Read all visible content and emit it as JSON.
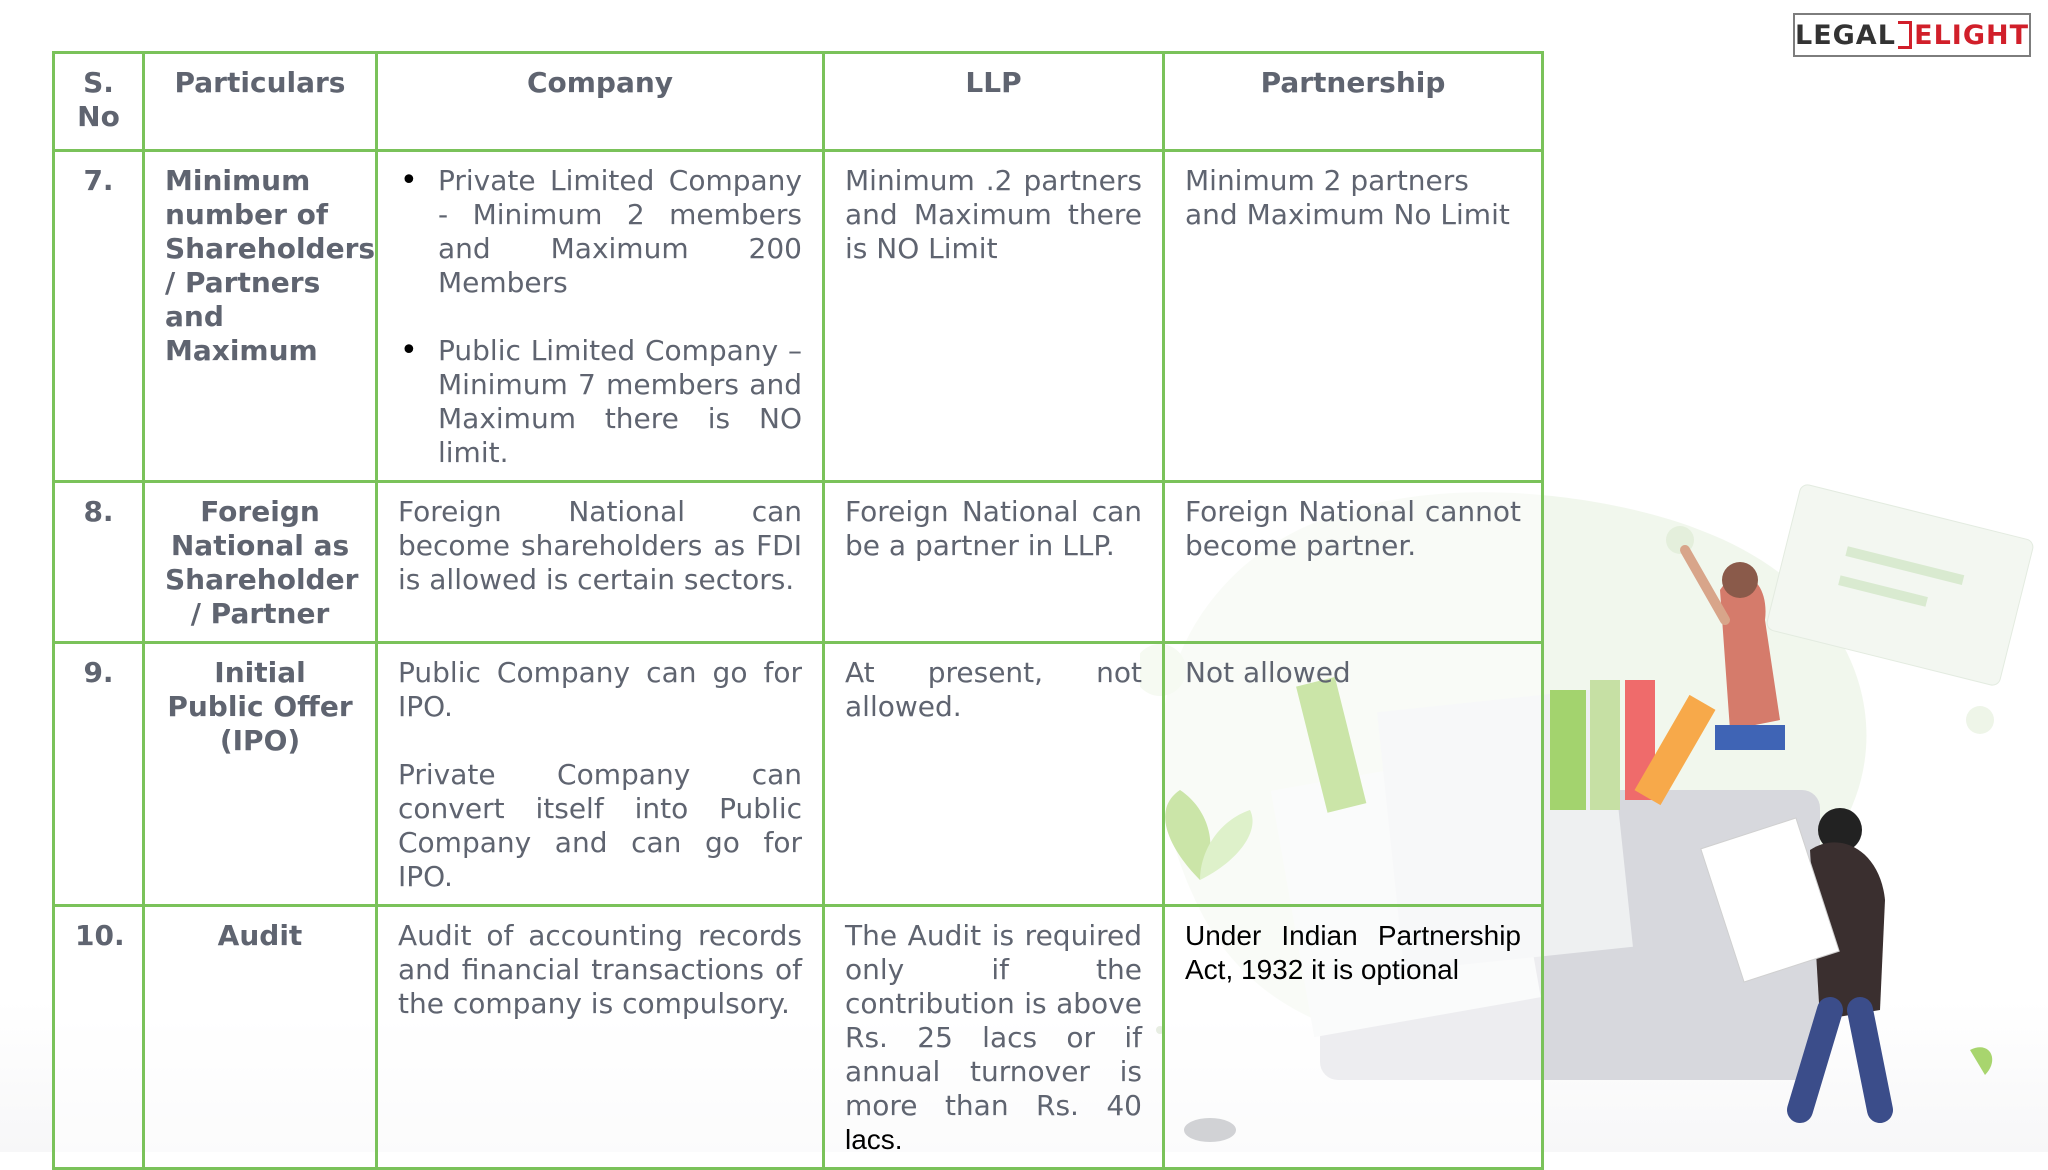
{
  "logo": {
    "part1": "LEGAL",
    "part2": "ELIGHT"
  },
  "table": {
    "headers": [
      "S. No",
      "Particulars",
      "Company",
      "LLP",
      "Partnership"
    ],
    "rows": [
      {
        "sno": "7.",
        "particulars": "Minimum number of Shareholders / Partners and Maximum",
        "company_bullets": [
          "Private Limited Company - Minimum 2 members and Maximum 200 Members",
          "Public Limited Company – Minimum 7 members and Maximum there is NO limit."
        ],
        "llp": "Minimum .2 partners and Maximum there is NO Limit",
        "partnership": "Minimum 2 partners and Maximum No Limit"
      },
      {
        "sno": "8.",
        "particulars": "Foreign National as Shareholder / Partner",
        "company": "Foreign National can become shareholders as FDI is allowed is certain sectors.",
        "llp": "Foreign National can be a partner in LLP.",
        "partnership": "Foreign National cannot become partner."
      },
      {
        "sno": "9.",
        "particulars": "Initial Public Offer (IPO)",
        "company_p1": "Public Company can go for IPO.",
        "company_p2": "Private Company can convert itself into Public Company and can go for IPO.",
        "llp": "At present, not allowed.",
        "partnership": "Not allowed"
      },
      {
        "sno": "10.",
        "particulars": "Audit",
        "company": "Audit of accounting records and financial transactions of the company is compulsory.",
        "llp_main": "The Audit is required only if the contribution is above Rs. 25 lacs or if annual turnover is more than Rs. 40",
        "llp_tail": "lacs.",
        "partnership": "Under Indian Partnership Act, 1932 it is optional"
      }
    ]
  },
  "colors": {
    "border": "#7ac25a",
    "text": "#5f6470",
    "brand_red": "#d11f2a"
  },
  "illustration": {
    "icon": "person-with-documents-illustration"
  }
}
